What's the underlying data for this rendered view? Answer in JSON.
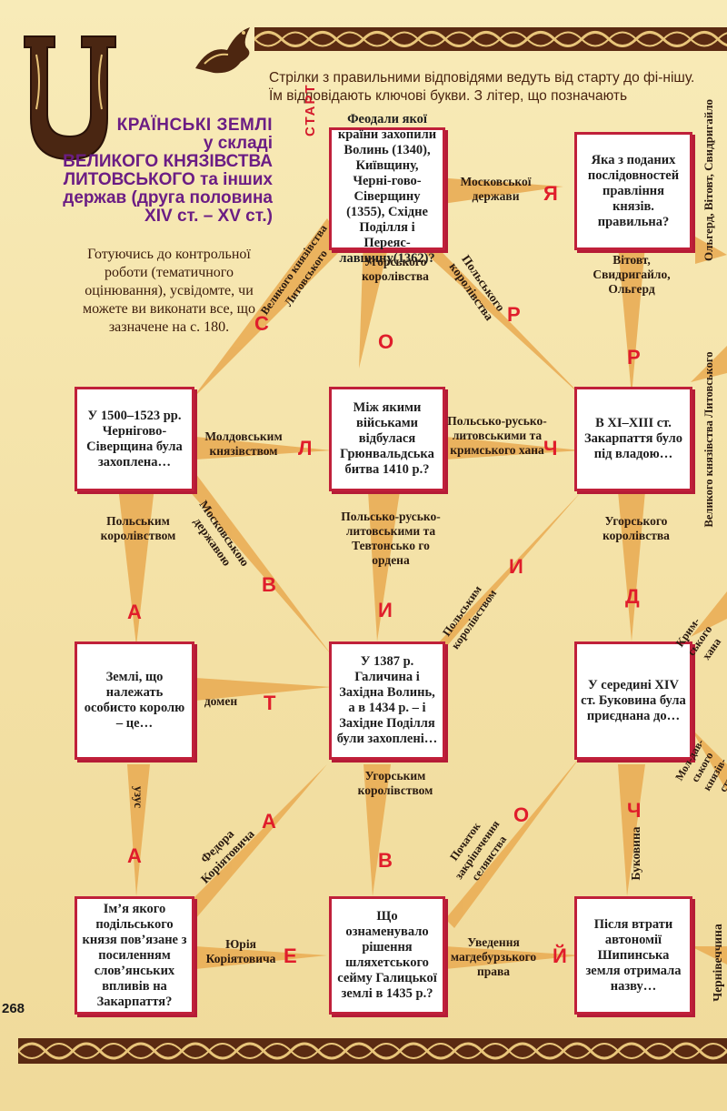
{
  "title": {
    "big_letter": "У",
    "line1": "КРАЇНСЬКІ ЗЕМЛІ",
    "line2": "у складі",
    "line3": "ВЕЛИКОГО КНЯЗІВСТВА",
    "line4": "ЛИТОВСЬКОГО та інших",
    "line5": "держав (друга половина",
    "line6": "XIV ст. – XV ст.)"
  },
  "intro": "Стрілки з правильними відповідями ведуть від старту до фі-нішу. Їм відповідають ключові букви. З літер, що позначають",
  "prep_text": "Готуючись до контрольної роботи (тематичного оцінювання), усвідомте, чи можете ви виконати все, що зазначене на с. 180.",
  "start_label": "СТАРТ",
  "page_number": "268",
  "boxes": {
    "b1": "Феодали якої країни захопили Волинь (1340), Київщину, Черні-гово-Сіверщину (1355), Східне Поділля і Переяс-лавщину(1362)?",
    "b2": "Яка з поданих послідовностей правління князів. правильна?",
    "b3": "У 1500–1523 рр. Чернігово-Сіверщина була захоплена…",
    "b4": "Між якими військами відбулася Грюнвальдська битва 1410 р.?",
    "b5": "В XI–XIII ст. Закарпаття було під владою…",
    "b6": "Землі, що належать особисто королю – це…",
    "b7": "У 1387 р. Галичина і Західна Волинь, а в 1434 р. – і Західне Поділля були захоплені…",
    "b8": "У середині XIV ст. Буковина була приєднана до…",
    "b9": "Ім’я якого подільського князя пов’язане з посиленням слов’янських впливів на Закарпаття?",
    "b10": "Що ознаменувало рішення шляхетського сейму Галицької землі в 1435 р.?",
    "b11": "Після втрати автономії Шипинська земля отримала назву…"
  },
  "labels": {
    "moskovskoi": "Московської держави",
    "vytovt": "Вітовт, Свидригайло, Ольгерд",
    "olgerd_vert": "Ольгерд, Вітовт, Свидригайло",
    "velykoho": "Великого князівства Литовського",
    "uhorskoho_top": "Угорського королівства",
    "polskoho_top": "Польського королівства",
    "moldovskym": "Молдовським князівством",
    "polsko_krym": "Польсько-русько-литовськими та кримського хана",
    "velykoho_right": "Великого князівства Литовського",
    "polskym_left": "Польським королівством",
    "moskovskoiu": "Московською державою",
    "polsko_tevton": "Польсько-русько-литовськими та Тевтонсько го ордена",
    "uhorskoho_right": "Угорського королівства",
    "polskym_mid": "Польським королівством",
    "krymskoho": "Крим-ського хана",
    "domen": "домен",
    "uhorskym": "Угорським королівством",
    "moldavskoho": "Мол-дав-ського князів-ства",
    "uzus": "узус",
    "fedora": "Федора Коріятовича",
    "pochatok": "Початок закріпачення селянства",
    "bukovyna": "Буковина",
    "yuriia": "Юрія Коріятовича",
    "mahdeburzkoho": "Уведення магдебурзького права",
    "chernivechyna": "Чернівеччина"
  },
  "letters": {
    "ya": "Я",
    "s": "С",
    "o1": "О",
    "r1": "Р",
    "r2": "Р",
    "l": "Л",
    "ch1": "Ч",
    "v1": "В",
    "y1": "И",
    "y2": "И",
    "a1": "А",
    "t": "Т",
    "d": "Д",
    "a2": "А",
    "a3": "А",
    "v2": "В",
    "o2": "О",
    "ch2": "Ч",
    "e": "Е",
    "yi": "Й"
  },
  "colors": {
    "box_border": "#c0203a",
    "letter": "#e01d2b",
    "arrow": "#eab05a",
    "title": "#6b1d84"
  }
}
